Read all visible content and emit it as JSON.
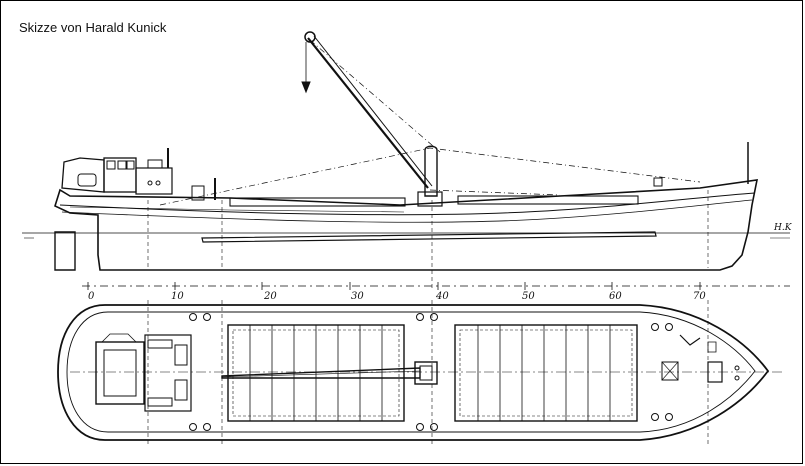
{
  "caption": "Skizze von Harald Kunick",
  "waterline_label": "H.K",
  "scale": {
    "ticks": [
      "0",
      "10",
      "20",
      "30",
      "40",
      "50",
      "60",
      "70"
    ]
  },
  "colors": {
    "line": "#111111",
    "background": "#ffffff"
  }
}
